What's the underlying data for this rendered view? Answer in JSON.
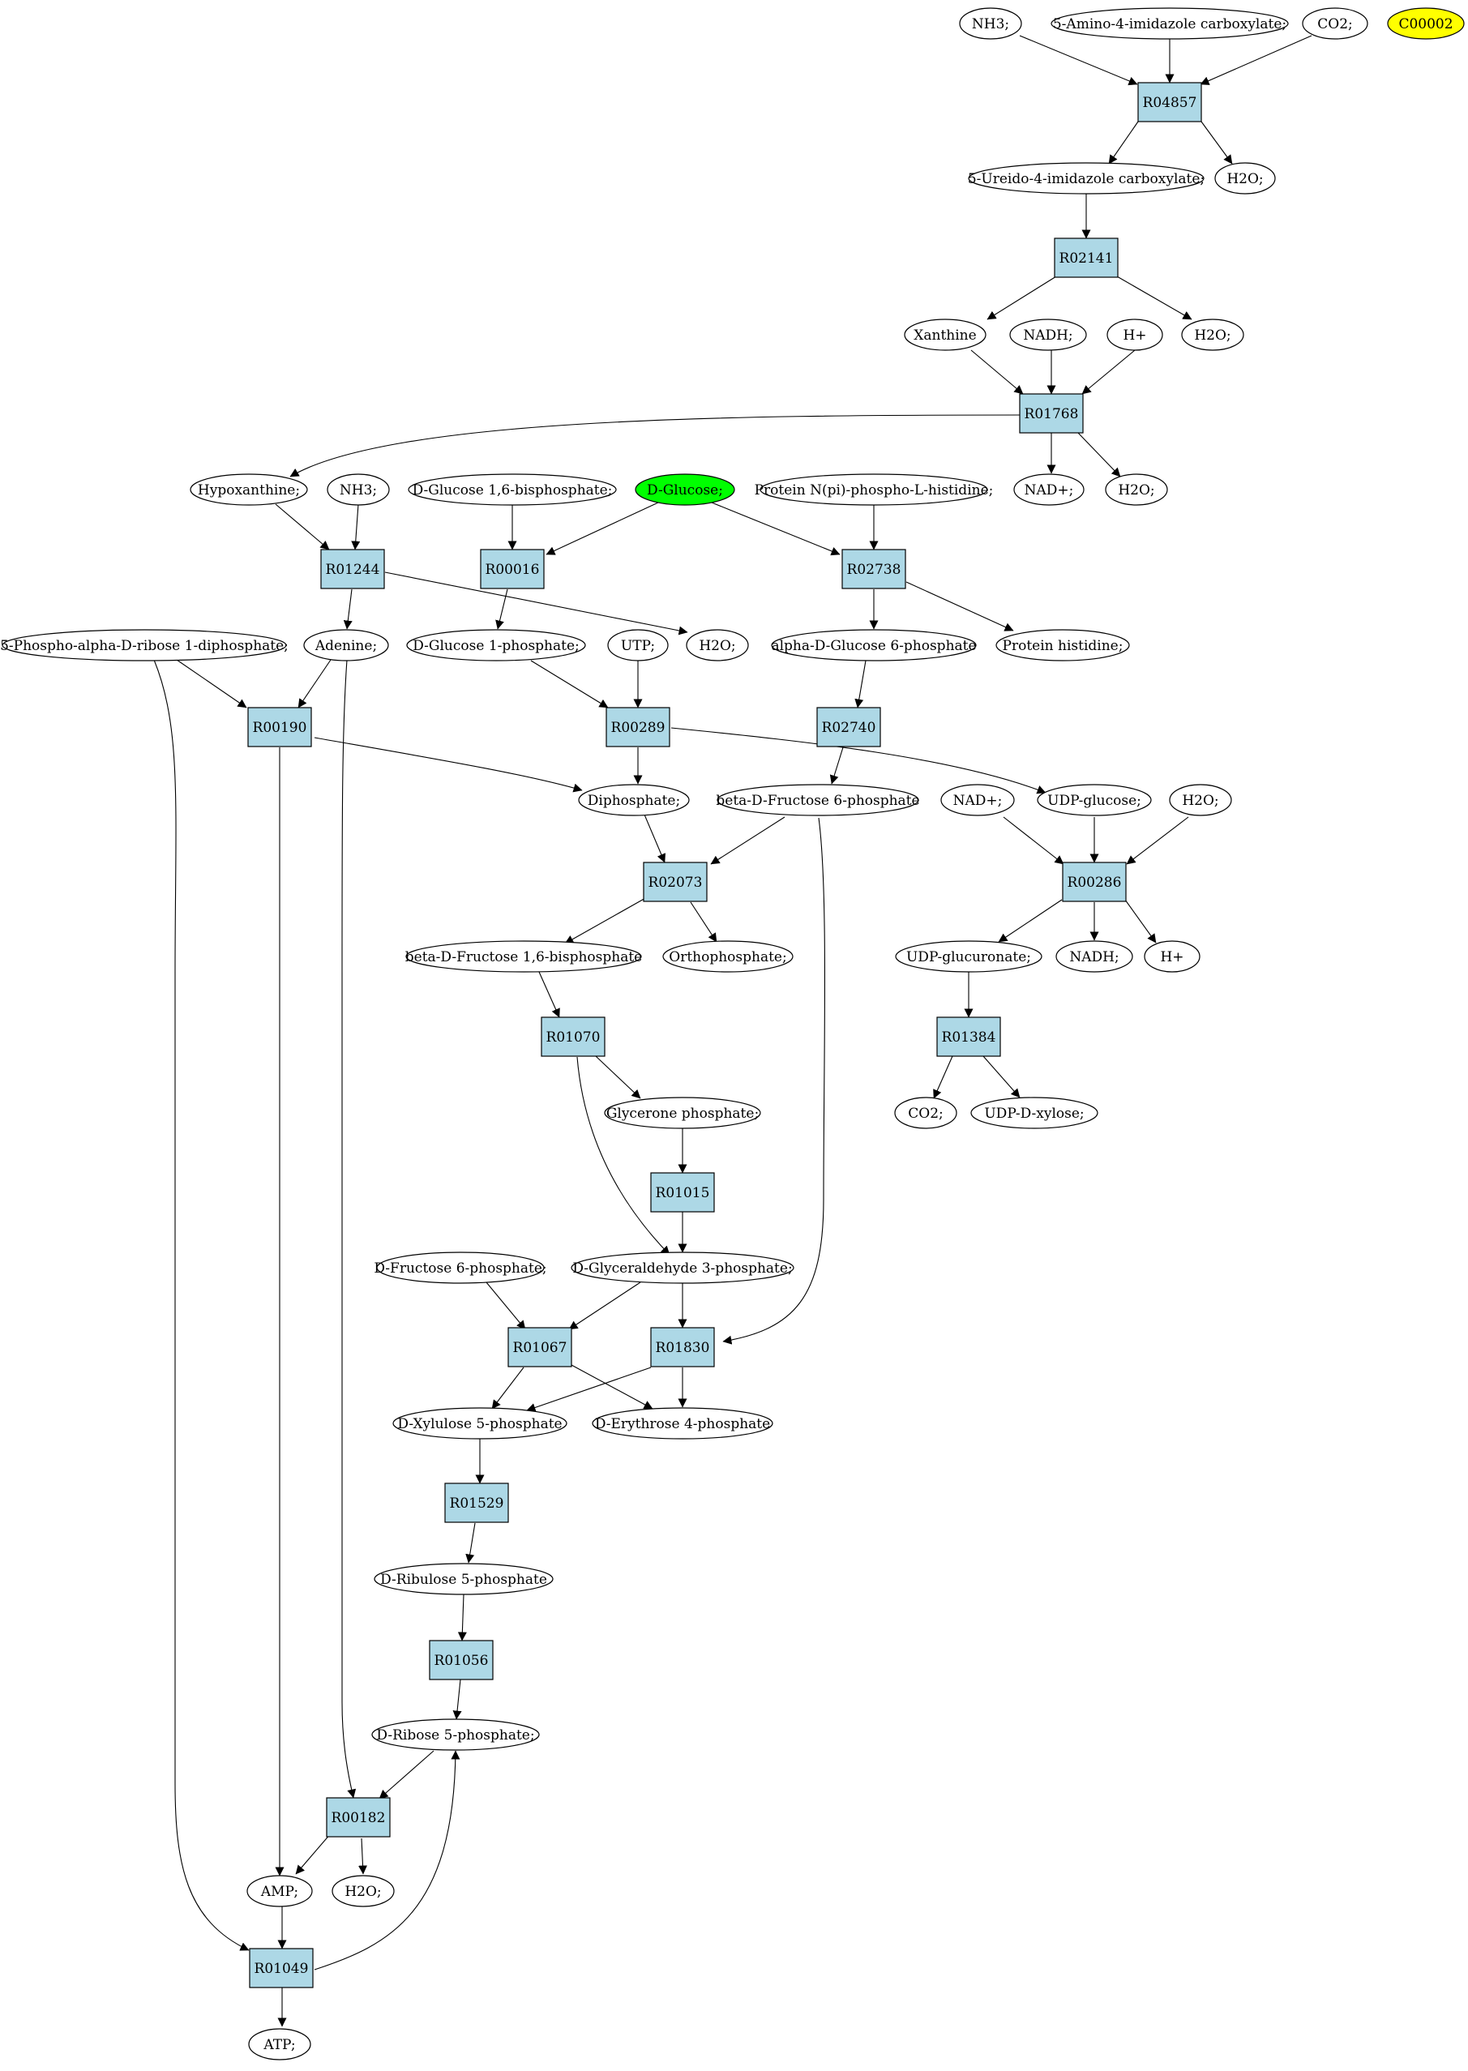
{
  "colors": {
    "reaction_fill": "#add8e6",
    "compound_fill": "#ffffff",
    "highlight_green": "#00ff00",
    "highlight_yellow": "#ffff00",
    "stroke": "#000000"
  },
  "reactions": {
    "r04857": "R04857",
    "r02141": "R02141",
    "r01768": "R01768",
    "r01244": "R01244",
    "r00016": "R00016",
    "r02738": "R02738",
    "r00190": "R00190",
    "r00289": "R00289",
    "r02740": "R02740",
    "r02073": "R02073",
    "r00286": "R00286",
    "r01070": "R01070",
    "r01384": "R01384",
    "r01015": "R01015",
    "r01067": "R01067",
    "r01830": "R01830",
    "r01529": "R01529",
    "r01056": "R01056",
    "r00182": "R00182",
    "r01049": "R01049"
  },
  "compounds": {
    "nh3_top": "NH3;",
    "amino_imidazole": "5-Amino-4-imidazole carboxylate;",
    "co2_top": "CO2;",
    "c00002": "C00002",
    "ureido_imidazole": "5-Ureido-4-imidazole carboxylate;",
    "h2o_a": "H2O;",
    "xanthine": "Xanthine",
    "nadh_top": "NADH;",
    "hplus_top": "H+",
    "h2o_b": "H2O;",
    "nadplus_a": "NAD+;",
    "h2o_c": "H2O;",
    "hypoxanthine": "Hypoxanthine;",
    "nh3_mid": "NH3;",
    "glucose_16bp": "D-Glucose 1,6-bisphosphate;",
    "d_glucose": "D-Glucose;",
    "protein_nphospho": "Protein N(pi)-phospho-L-histidine;",
    "prpp": "5-Phospho-alpha-D-ribose 1-diphosphate;",
    "adenine": "Adenine;",
    "glucose_1p": "D-Glucose 1-phosphate;",
    "utp": "UTP;",
    "h2o_d": "H2O;",
    "alpha_glucose_6p": "alpha-D-Glucose 6-phosphate",
    "protein_histidine": "Protein histidine;",
    "diphosphate": "Diphosphate;",
    "fructose_6p_beta": "beta-D-Fructose 6-phosphate",
    "nadplus_b": "NAD+;",
    "udp_glucose": "UDP-glucose;",
    "h2o_e": "H2O;",
    "fructose_16bp": "beta-D-Fructose 1,6-bisphosphate",
    "orthophosphate": "Orthophosphate;",
    "udp_glucuronate": "UDP-glucuronate;",
    "nadh_b": "NADH;",
    "hplus_b": "H+",
    "glycerone_p": "Glycerone phosphate;",
    "co2_b": "CO2;",
    "udp_xylose": "UDP-D-xylose;",
    "fructose_6p_d": "D-Fructose 6-phosphate;",
    "glyceraldehyde_3p": "D-Glyceraldehyde 3-phosphate;",
    "xylulose_5p": "D-Xylulose 5-phosphate",
    "erythrose_4p": "D-Erythrose 4-phosphate",
    "ribulose_5p": "D-Ribulose 5-phosphate",
    "ribose_5p": "D-Ribose 5-phosphate;",
    "amp": "AMP;",
    "h2o_f": "H2O;",
    "atp": "ATP;"
  }
}
